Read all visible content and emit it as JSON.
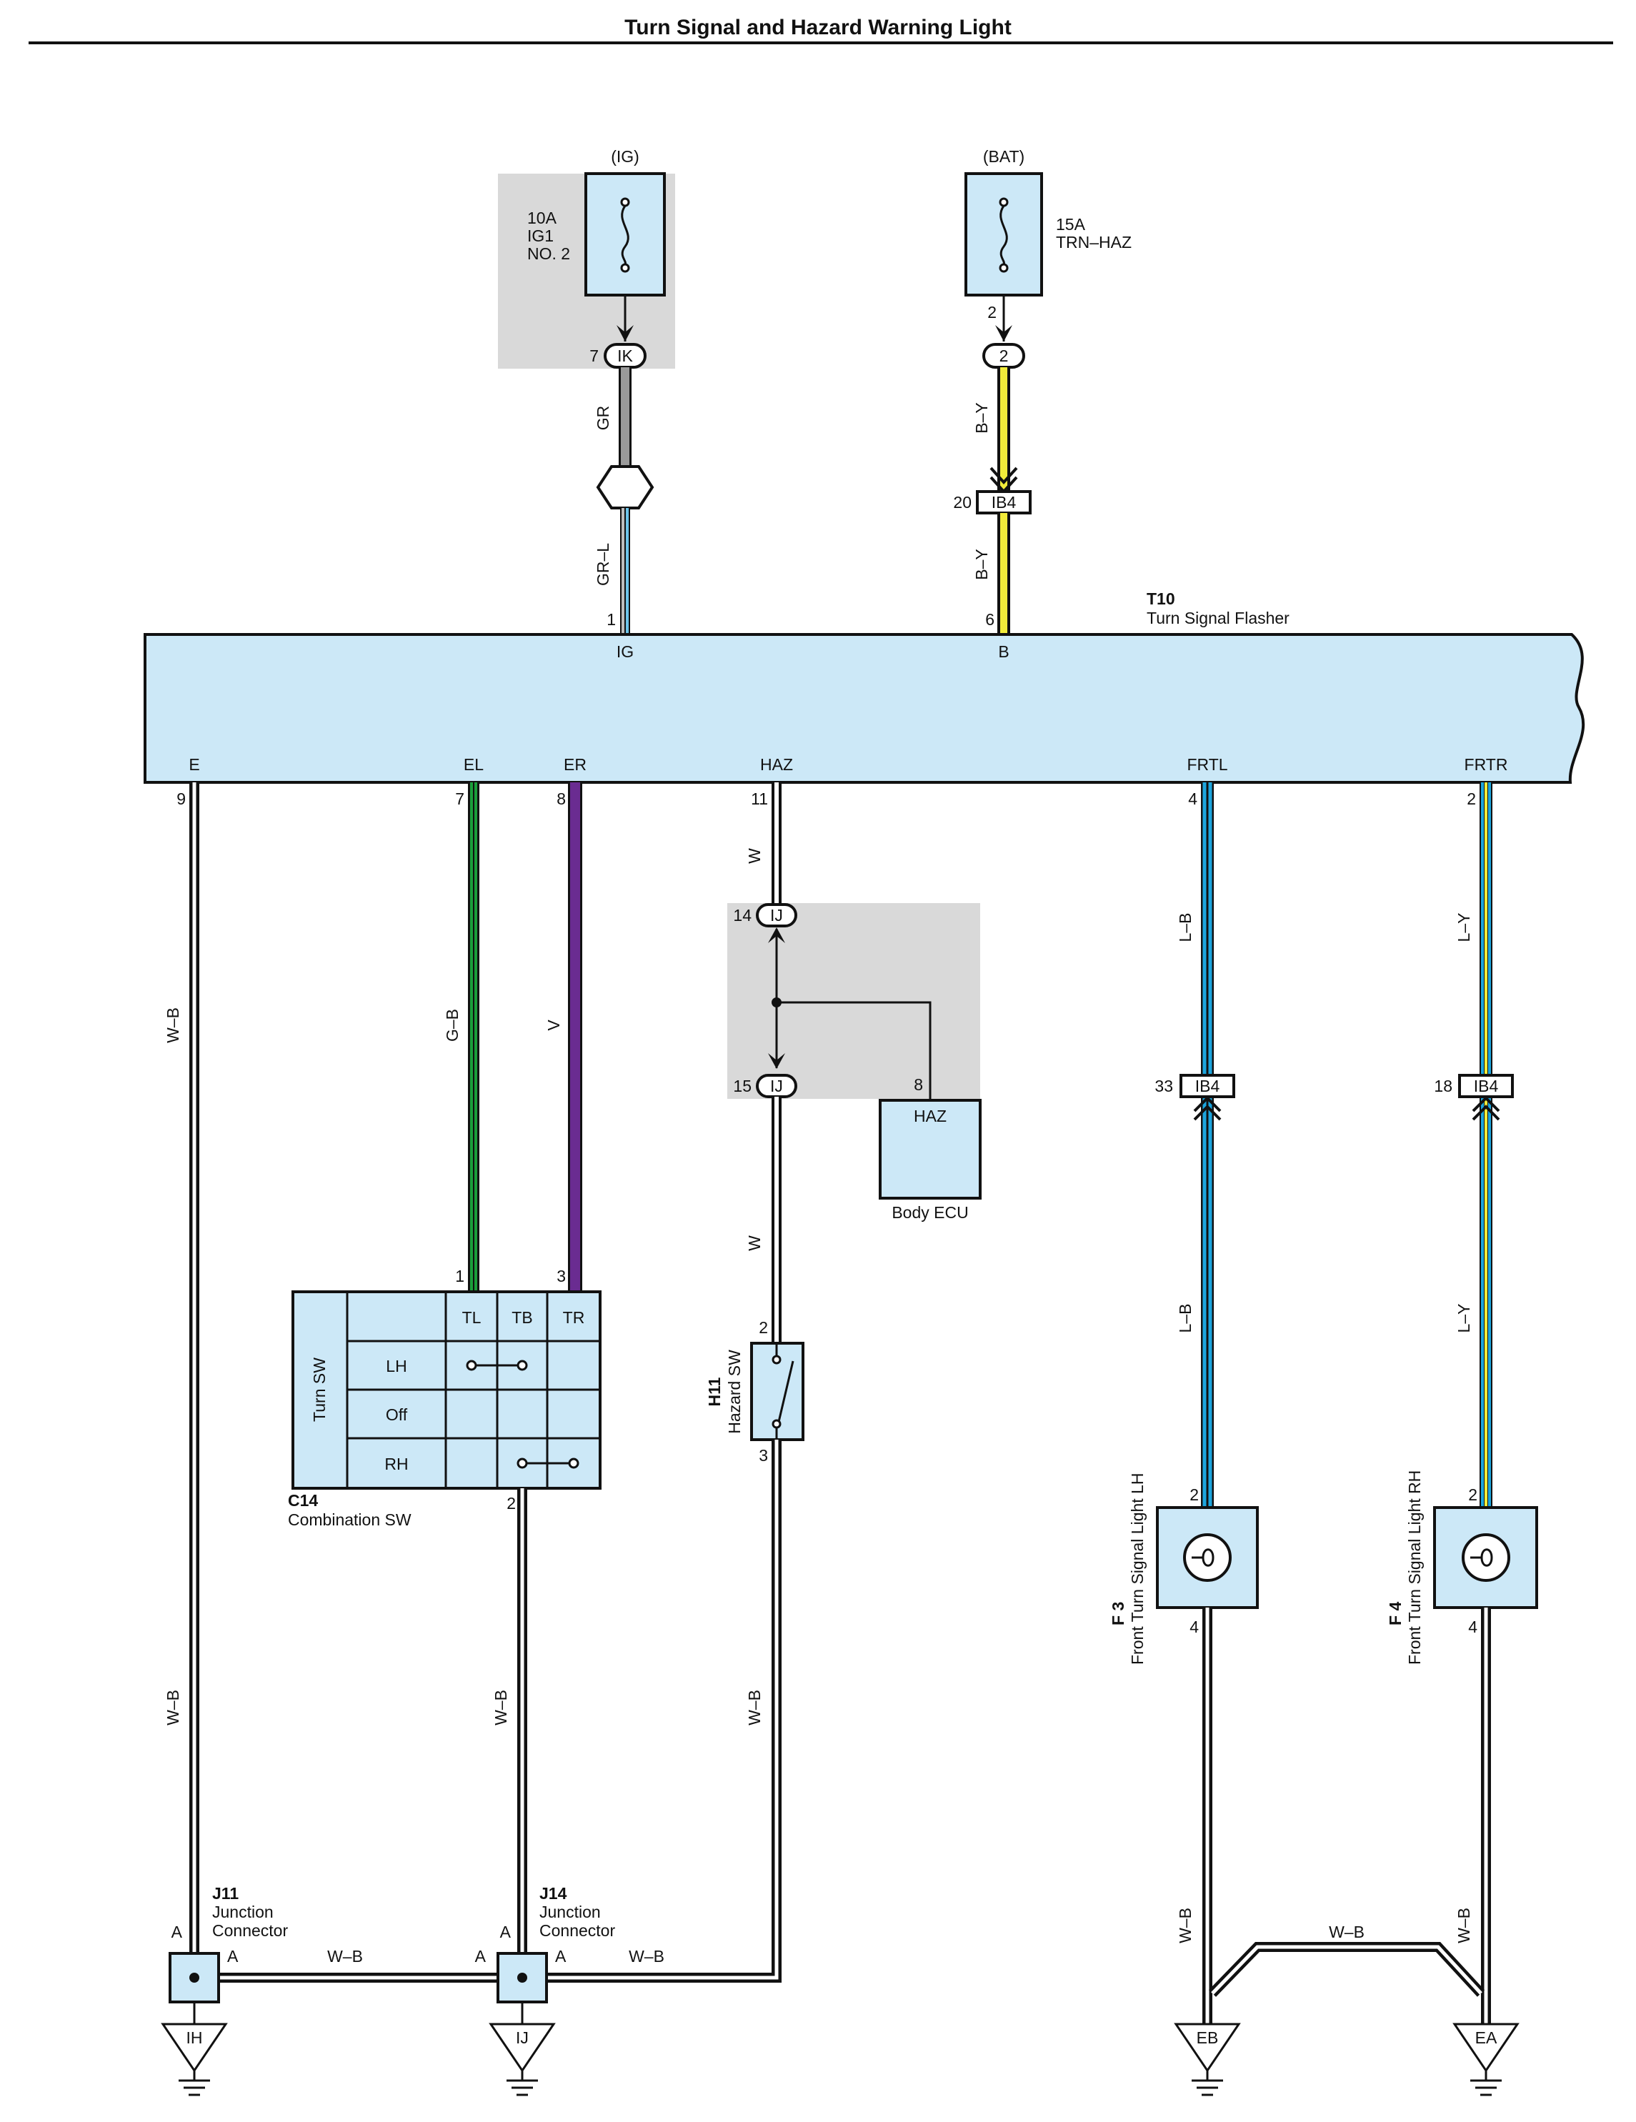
{
  "title": "Turn Signal and Hazard Warning Light",
  "power": {
    "ig": {
      "supply": "(IG)",
      "amp": "10A",
      "name1": "IG1",
      "name2": "NO. 2"
    },
    "bat": {
      "supply": "(BAT)",
      "amp": "15A",
      "name": "TRN–HAZ"
    }
  },
  "flasher": {
    "code": "T10",
    "name": "Turn Signal Flasher",
    "top_pins": [
      {
        "label": "IG",
        "num": "1"
      },
      {
        "label": "B",
        "num": "6"
      }
    ],
    "bottom_pins": [
      {
        "label": "E",
        "num": "9"
      },
      {
        "label": "EL",
        "num": "7"
      },
      {
        "label": "ER",
        "num": "8"
      },
      {
        "label": "HAZ",
        "num": "11"
      },
      {
        "label": "FRTL",
        "num": "4"
      },
      {
        "label": "FRTR",
        "num": "2"
      }
    ]
  },
  "connectors": {
    "ik": {
      "name": "IK",
      "pin": "7"
    },
    "bat2": {
      "name": "2",
      "pin": "2"
    },
    "ib4_20": {
      "name": "IB4",
      "pin": "20"
    },
    "ij14": {
      "name": "IJ",
      "pin": "14"
    },
    "ij15": {
      "name": "IJ",
      "pin": "15"
    },
    "ib4_33": {
      "name": "IB4",
      "pin": "33"
    },
    "ib4_18": {
      "name": "IB4",
      "pin": "18"
    }
  },
  "wires": {
    "gr": "GR",
    "grl": "GR–L",
    "by": "B–Y",
    "wb": "W–B",
    "gb": "G–B",
    "v": "V",
    "w": "W",
    "lb": "L–B",
    "ly": "L–Y"
  },
  "body_ecu": {
    "name": "Body ECU",
    "pin_label": "HAZ",
    "pin": "8"
  },
  "combination_sw": {
    "code": "C14",
    "name": "Combination SW",
    "side": "Turn SW",
    "columns": [
      "TL",
      "TB",
      "TR"
    ],
    "rows": [
      "LH",
      "Off",
      "RH"
    ],
    "pin_tl": "1",
    "pin_tr": "3",
    "pin_tb": "2"
  },
  "hazard_sw": {
    "code": "H11",
    "name": "Hazard SW",
    "pin_top": "2",
    "pin_bottom": "3"
  },
  "lights": {
    "lh": {
      "code": "F 3",
      "name": "Front Turn Signal Light LH",
      "pin_top": "2",
      "pin_bottom": "4"
    },
    "rh": {
      "code": "F 4",
      "name": "Front Turn Signal Light RH",
      "pin_top": "2",
      "pin_bottom": "4"
    }
  },
  "junctions": {
    "j11": {
      "code": "J11",
      "name1": "Junction",
      "name2": "Connector",
      "pin": "A"
    },
    "j14": {
      "code": "J14",
      "name1": "Junction",
      "name2": "Connector",
      "pin": "A"
    }
  },
  "grounds": [
    "IH",
    "IJ",
    "EB",
    "EA"
  ],
  "colors": {
    "box_fill": "#cce8f7",
    "shade": "#d9d9d9",
    "gray": "#9a9a9a",
    "light_blue": "#6cc4ea",
    "yellow": "#f2ec3a",
    "green": "#1b9e3a",
    "violet": "#6a2c91",
    "blue": "#1da5dd"
  }
}
